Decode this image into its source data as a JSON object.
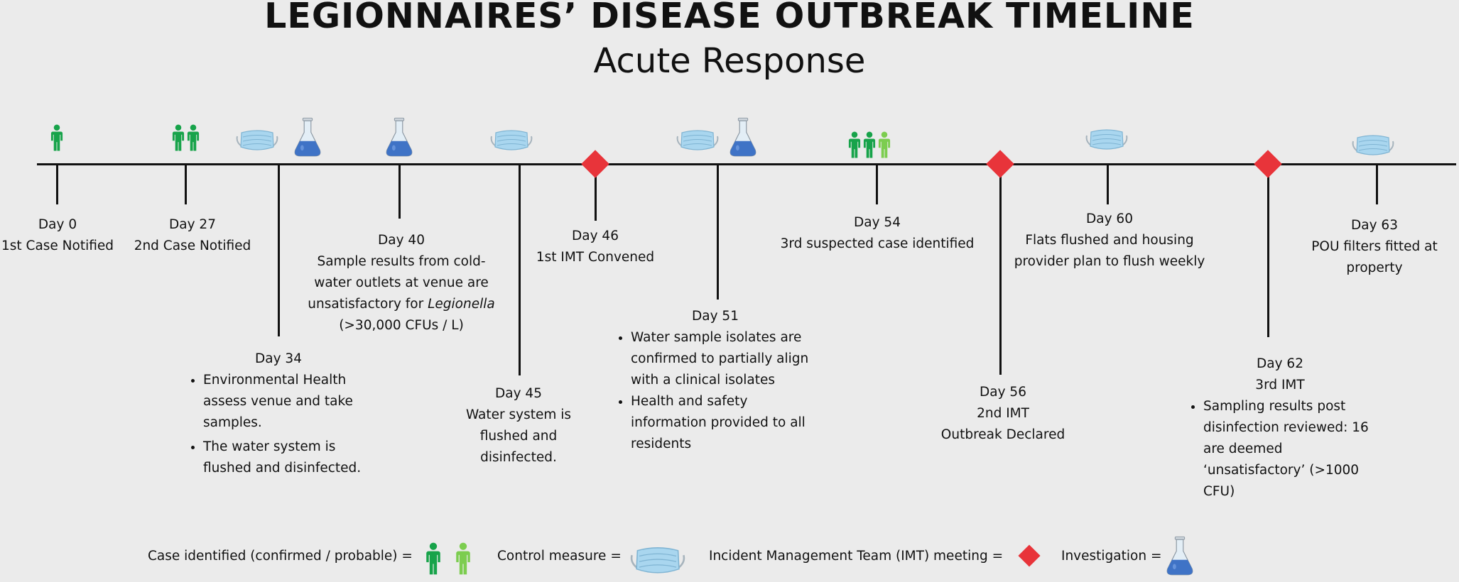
{
  "title": "LEGIONNAIRES’ DISEASE OUTBREAK TIMELINE",
  "subtitle": "Acute Response",
  "events": {
    "d0": {
      "day": "Day 0",
      "text": "1st Case Notified"
    },
    "d27": {
      "day": "Day 27",
      "text": "2nd Case Notified"
    },
    "d34": {
      "day": "Day 34",
      "bullets": [
        "Environmental Health assess venue and take samples.",
        "The water system is flushed and disinfected."
      ]
    },
    "d40": {
      "day": "Day 40",
      "line1": "Sample results from cold-",
      "line2": "water outlets at venue are",
      "line3a": "unsatisfactory for ",
      "line3b": "Legionella",
      "line4": "(>30,000 CFUs / L)"
    },
    "d45": {
      "day": "Day 45",
      "text": "Water system is flushed and disinfected."
    },
    "d46": {
      "day": "Day 46",
      "text": "1st IMT Convened"
    },
    "d51": {
      "day": "Day 51",
      "bullets": [
        "Water sample isolates are confirmed to partially align with a clinical isolates",
        "Health and safety information provided to all residents"
      ]
    },
    "d54": {
      "day": "Day 54",
      "text": "3rd suspected case identified"
    },
    "d56": {
      "day": "Day 56",
      "line1": "2nd IMT",
      "line2": "Outbreak Declared"
    },
    "d60": {
      "day": "Day 60",
      "text": "Flats flushed and housing provider plan to flush weekly"
    },
    "d62": {
      "day": "Day 62",
      "sub": "3rd IMT",
      "bullets": [
        "Sampling results post disinfection reviewed: 16 are deemed ‘unsatisfactory’ (>1000 CFU)"
      ]
    },
    "d63": {
      "day": "Day 63",
      "text": "POU filters fitted at property"
    }
  },
  "legend": {
    "case": "Case identified (confirmed / probable) =",
    "control": "Control measure =",
    "imt": "Incident Management Team (IMT) meeting =",
    "investigation": "Investigation ="
  },
  "colors": {
    "confirmed": "#17a34a",
    "probable": "#7ccd4f",
    "imt": "#e8343a",
    "flask": "#3f73c6",
    "mask": "#a9d6ef"
  },
  "icons": {
    "case": "person-icon",
    "control": "face-mask-icon",
    "imt": "diamond-icon",
    "investigation": "flask-icon"
  }
}
